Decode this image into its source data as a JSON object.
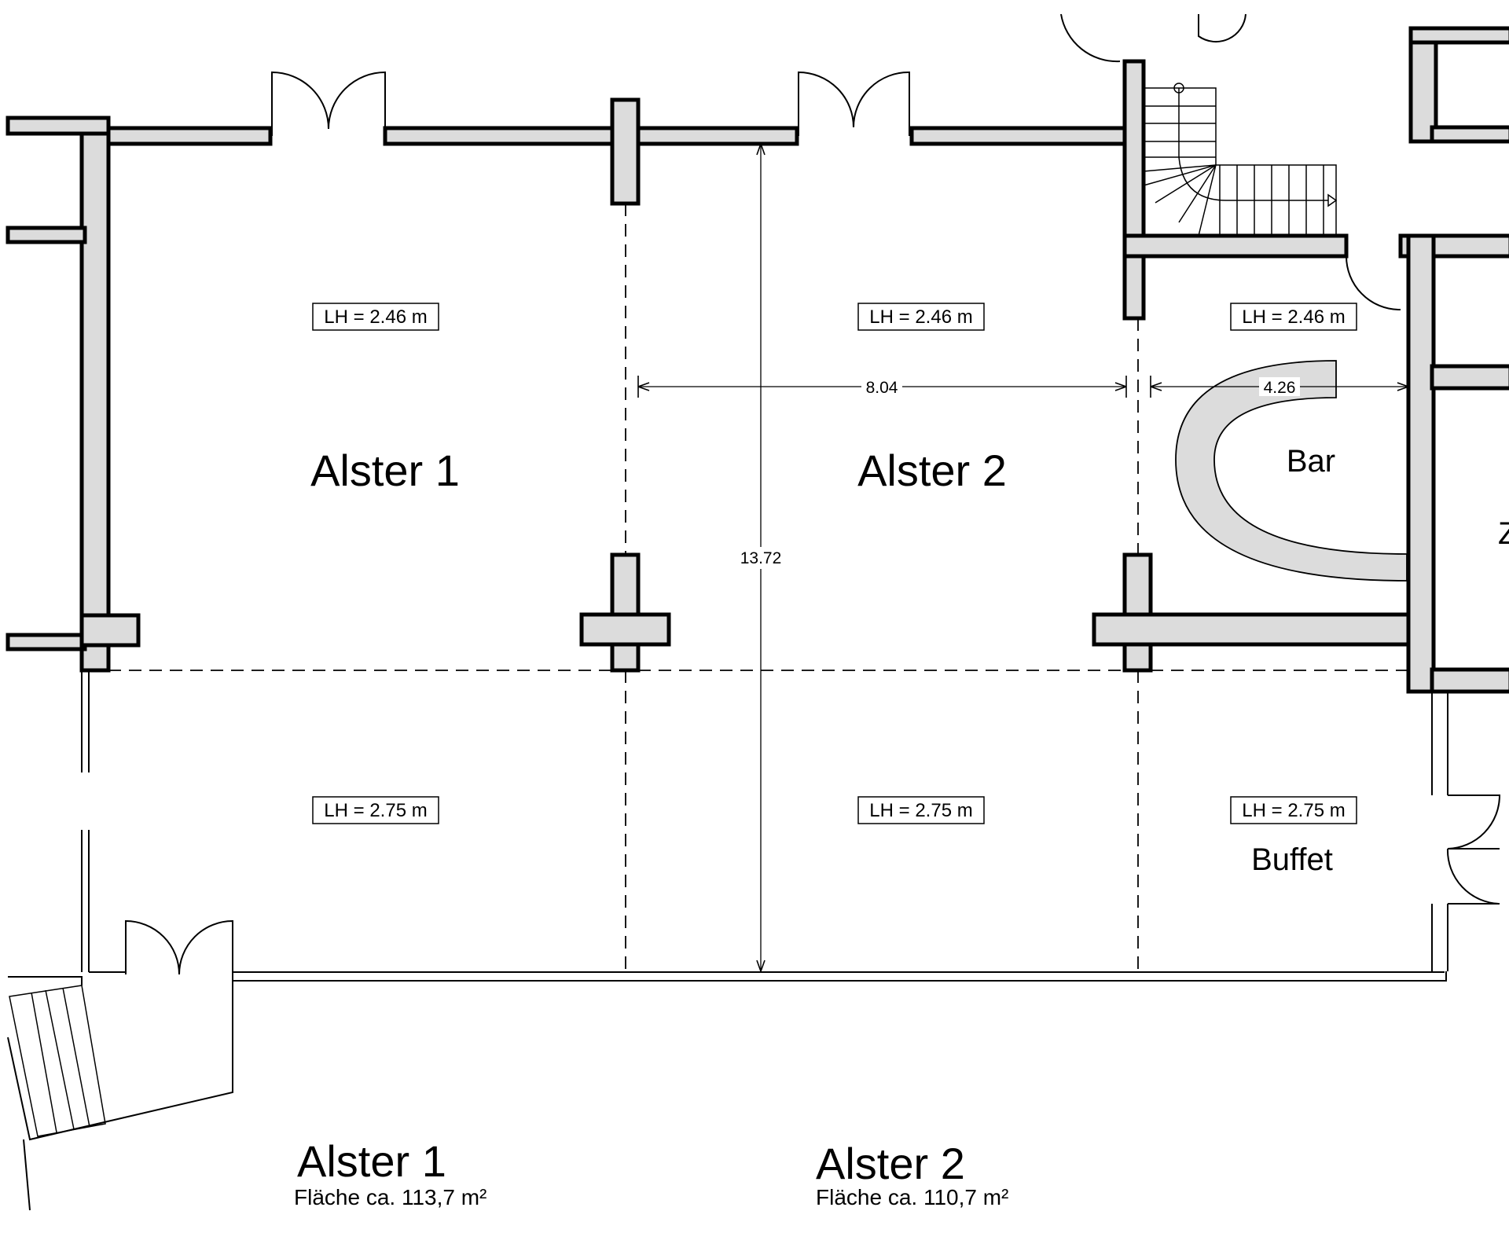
{
  "rooms": {
    "alster1": "Alster 1",
    "alster2": "Alster 2",
    "bar": "Bar",
    "buffet": "Buffet",
    "edge_label": "Z"
  },
  "ceiling_heights": {
    "upper_left": "LH = 2.46 m",
    "upper_mid": "LH = 2.46 m",
    "upper_right": "LH = 2.46 m",
    "lower_left": "LH = 2.75 m",
    "lower_mid": "LH = 2.75 m",
    "lower_right": "LH = 2.75 m"
  },
  "dimensions": {
    "width_mid": "8.04",
    "width_right": "4.26",
    "depth": "13.72"
  },
  "legend": [
    {
      "name": "Alster 1",
      "area": "Fläche ca. 113,7 m²"
    },
    {
      "name": "Alster 2",
      "area": "Fläche ca. 110,7 m²"
    }
  ]
}
